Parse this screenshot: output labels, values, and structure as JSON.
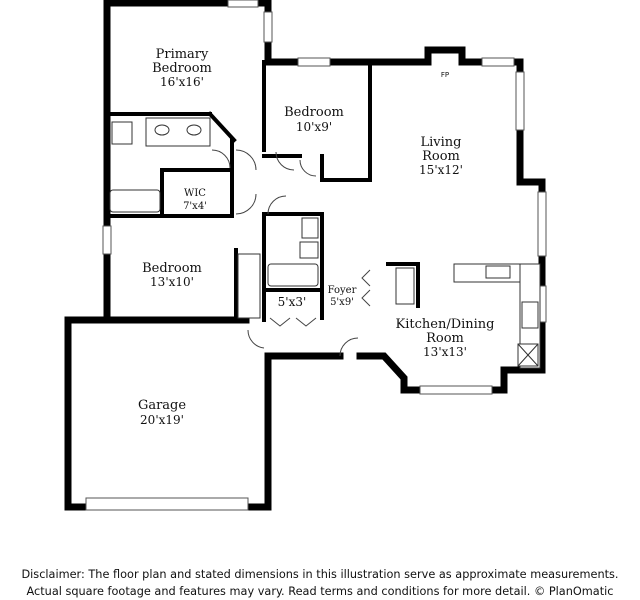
{
  "rooms": {
    "primary_bedroom": {
      "name_line1": "Primary",
      "name_line2": "Bedroom",
      "dims": "16'x16'"
    },
    "bedroom_upper": {
      "name": "Bedroom",
      "dims": "10'x9'"
    },
    "living_room": {
      "name_line1": "Living",
      "name_line2": "Room",
      "dims": "15'x12'"
    },
    "fireplace": {
      "label": "FP"
    },
    "wic": {
      "name": "WIC",
      "dims": "7'x4'"
    },
    "bedroom_lower": {
      "name": "Bedroom",
      "dims": "13'x10'"
    },
    "foyer": {
      "name": "Foyer",
      "dims": "5'x9'"
    },
    "closet": {
      "dims": "5'x3'"
    },
    "kitchen_dining": {
      "name_line1": "Kitchen/Dining",
      "name_line2": "Room",
      "dims": "13'x13'"
    },
    "garage": {
      "name": "Garage",
      "dims": "20'x19'"
    }
  },
  "disclaimer": {
    "line1": "Disclaimer: The floor plan and stated dimensions in this illustration serve as approximate measurements.",
    "line2": "Actual square footage and features may vary. Read terms and conditions for more detail. © PlanOmatic"
  }
}
